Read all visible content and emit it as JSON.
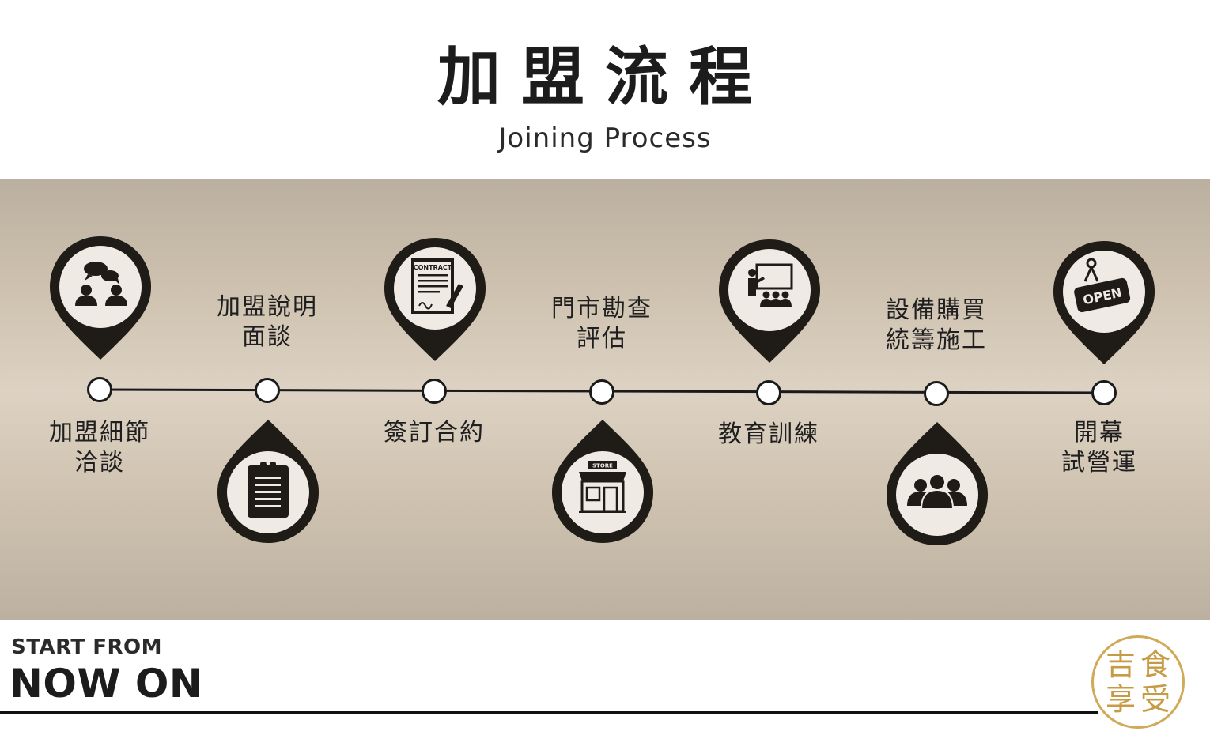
{
  "header": {
    "title": "加盟流程",
    "subtitle": "Joining Process"
  },
  "steps": [
    {
      "id": "negotiation",
      "label": [
        "加盟細節",
        "洽談"
      ],
      "icon": "discussion-icon"
    },
    {
      "id": "briefing",
      "label": [
        "加盟說明",
        "面談"
      ],
      "icon": "clipboard-icon"
    },
    {
      "id": "contract",
      "label": [
        "簽訂合約"
      ],
      "icon": "contract-icon",
      "icon_text": "CONTRACT"
    },
    {
      "id": "survey",
      "label": [
        "門市勘查",
        "評估"
      ],
      "icon": "store-icon",
      "icon_text": "STORE"
    },
    {
      "id": "training",
      "label": [
        "教育訓練"
      ],
      "icon": "training-icon"
    },
    {
      "id": "equipment",
      "label": [
        "設備購買",
        "統籌施工"
      ],
      "icon": "team-icon"
    },
    {
      "id": "opening",
      "label": [
        "開幕",
        "試營運"
      ],
      "icon": "open-sign-icon",
      "icon_text": "OPEN"
    }
  ],
  "footer": {
    "start_from": "START FROM",
    "now_on": "NOW ON"
  },
  "logo": {
    "chars": [
      "吉",
      "食",
      "享",
      "受"
    ]
  },
  "colors": {
    "band": "#d6cbbb",
    "pin": "#1f1b17",
    "pin_inner": "#efebe4",
    "logo": "#c79b43"
  }
}
